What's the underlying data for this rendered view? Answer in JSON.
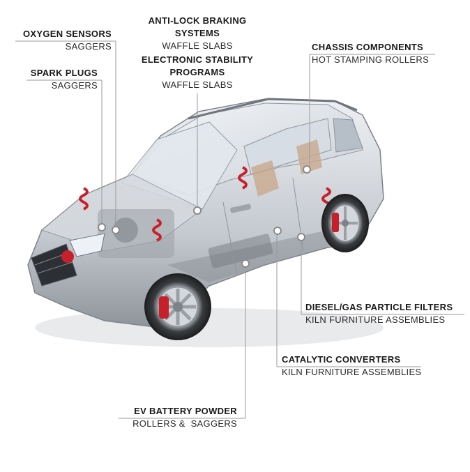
{
  "callouts": {
    "oxygen_sensors": {
      "title": "OXYGEN SENSORS",
      "subtitle": "SAGGERS"
    },
    "spark_plugs": {
      "title": "SPARK PLUGS",
      "subtitle": "SAGGERS"
    },
    "anti_lock": {
      "title_line1": "ANTI-LOCK BRAKING",
      "title_line2": "SYSTEMS",
      "subtitle": "WAFFLE SLABS"
    },
    "stability": {
      "title_line1": "ELECTRONIC STABILITY",
      "title_line2": "PROGRAMS",
      "subtitle": "WAFFLE SLABS"
    },
    "chassis": {
      "title": "CHASSIS COMPONENTS",
      "subtitle": "HOT STAMPING ROLLERS"
    },
    "diesel": {
      "title": "DIESEL/GAS PARTICLE FILTERS",
      "subtitle": "KILN FURNITURE ASSEMBLIES"
    },
    "catalytic": {
      "title": "CATALYTIC CONVERTERS",
      "subtitle": "KILN FURNITURE ASSEMBLIES"
    },
    "ev_battery": {
      "title": "EV BATTERY POWDER",
      "subtitle": "ROLLERS &  SAGGERS"
    }
  },
  "colors": {
    "line": "#9a9a9a",
    "body": "#c9cdd2",
    "accent": "#c8202a",
    "glass": "#dde3ea"
  }
}
